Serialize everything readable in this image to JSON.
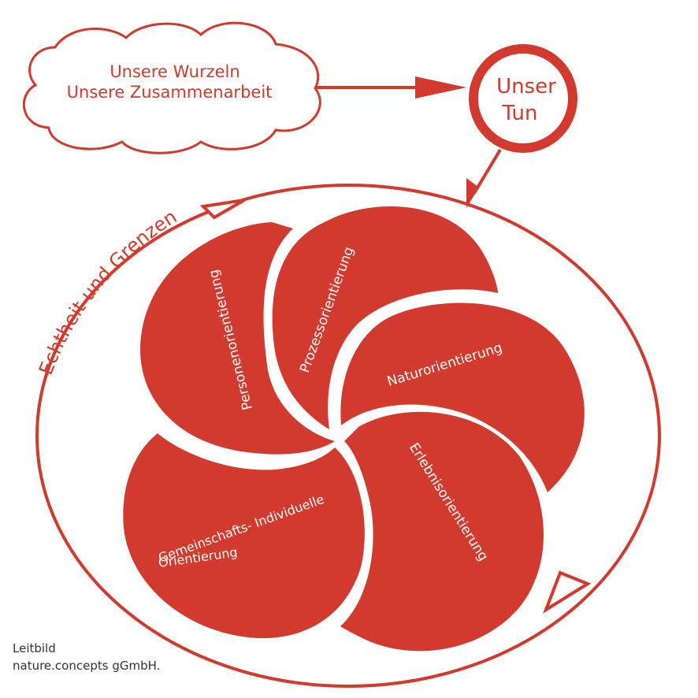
{
  "colors": {
    "accent": "#d13a2c",
    "background": "#ffffff",
    "text_light": "#ffffff",
    "footer_text": "#333333"
  },
  "cloud": {
    "line1": "Unsere Wurzeln",
    "line2": "Unsere Zusammenarbeit"
  },
  "circle_node": {
    "line1": "Unser",
    "line2": "Tun"
  },
  "ring_label": "Echtheit und Grenzen",
  "petals": {
    "person": "Personenorientierung",
    "prozess": "Prozessorientierung",
    "natur": "Naturorientierung",
    "erlebnis": "Erlebnisorientierung",
    "gemeinschaft_line1": "Gemeinschafts- Individuelle",
    "gemeinschaft_line2": "Orientierung"
  },
  "footer": {
    "line1": "Leitbild",
    "line2": "nature.concepts gGmbH."
  }
}
